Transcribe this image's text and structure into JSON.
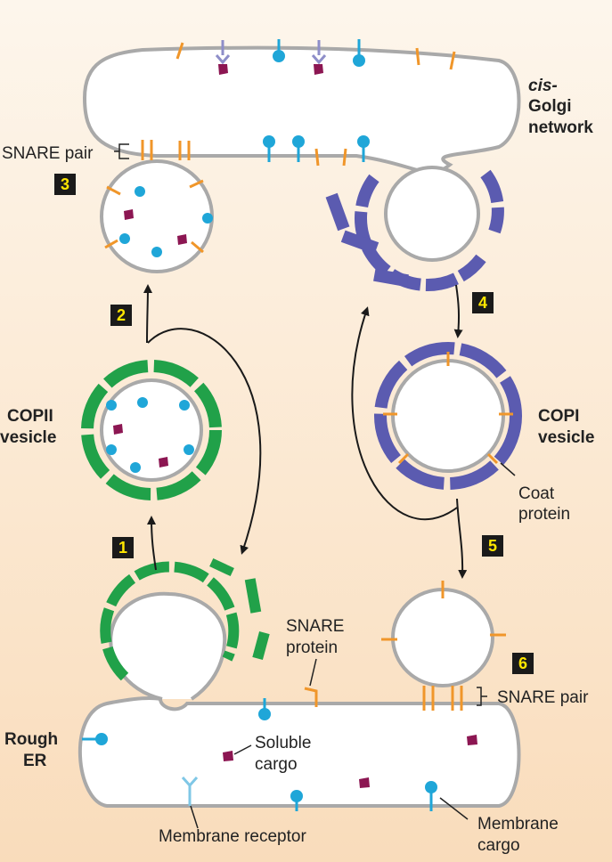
{
  "organelles": {
    "golgi_line1": "cis-",
    "golgi_line2": "Golgi",
    "golgi_line3": "network",
    "er_line1": "Rough",
    "er_line2": "ER"
  },
  "vesicles": {
    "copii_line1": "COPII",
    "copii_line2": "vesicle",
    "copi_line1": "COPI",
    "copi_line2": "vesicle"
  },
  "labels": {
    "snare_pair_top": "SNARE pair",
    "snare_pair_bottom": "SNARE pair",
    "snare_protein_line1": "SNARE",
    "snare_protein_line2": "protein",
    "coat_protein_line1": "Coat",
    "coat_protein_line2": "protein",
    "soluble_cargo_line1": "Soluble",
    "soluble_cargo_line2": "cargo",
    "membrane_receptor": "Membrane receptor",
    "membrane_cargo_line1": "Membrane",
    "membrane_cargo_line2": "cargo"
  },
  "steps": [
    "1",
    "2",
    "3",
    "4",
    "5",
    "6"
  ],
  "colors": {
    "membrane": "#a9a9a9",
    "copii_coat": "#21a149",
    "copi_coat": "#5b5bb0",
    "snare": "#f0962a",
    "membrane_cargo": "#1fa6d8",
    "receptor": "#7fc7e6",
    "soluble_cargo": "#8c1652",
    "step_box": "#1a1a1a",
    "step_text": "#ffe600"
  }
}
